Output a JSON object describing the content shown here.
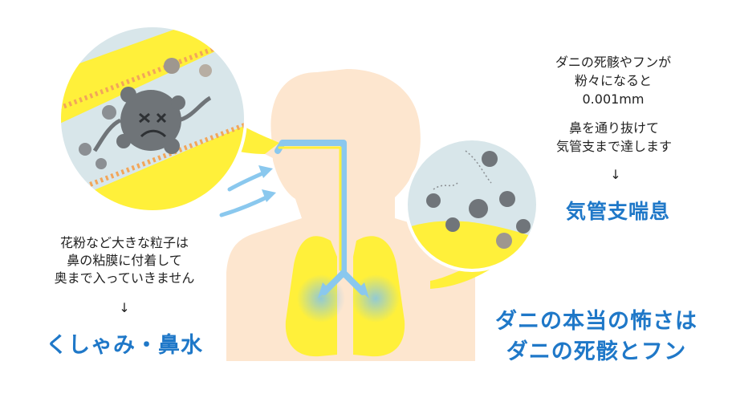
{
  "left": {
    "note_lines": [
      "花粉など大きな粒子は",
      "鼻の粘膜に付着して",
      "奥まで入っていきません"
    ],
    "arrow": "↓",
    "result": "くしゃみ・鼻水"
  },
  "right": {
    "note1_lines": [
      "ダニの死骸やフンが",
      "粉々になると",
      "0.001mm"
    ],
    "note2_lines": [
      "鼻を通り抜けて",
      "気管支まで達します"
    ],
    "arrow": "↓",
    "result": "気管支喘息",
    "big_lines": [
      "ダニの本当の怖さは",
      "ダニの死骸とフン"
    ]
  },
  "colors": {
    "accent_blue": "#1f78c8",
    "body_skin": "#fde6cf",
    "lung_yellow": "#fff03a",
    "airway_blue": "#8ac8ee",
    "lens_fill": "#d8e6ea"
  },
  "icons": [
    "dust-mite-icon",
    "pollen-particle-icon",
    "airflow-arrow-icon"
  ]
}
